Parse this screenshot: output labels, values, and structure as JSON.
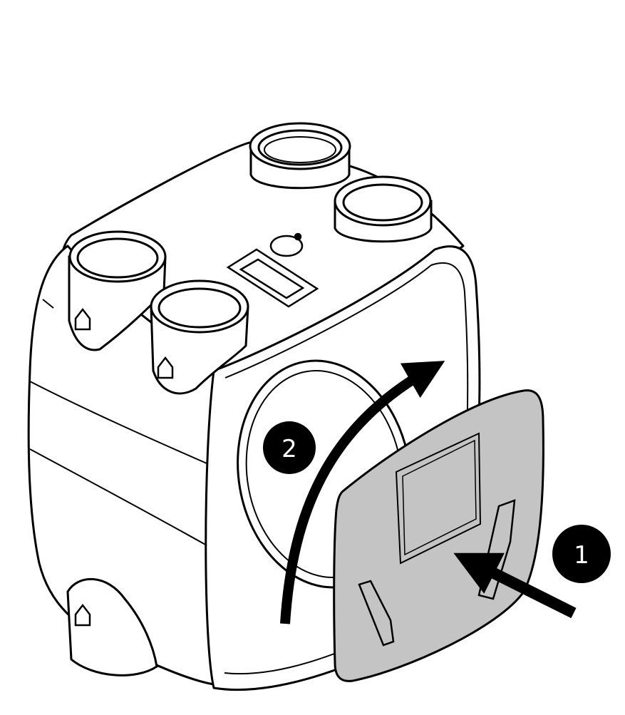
{
  "steps": [
    {
      "number": "1",
      "action": "push-cover"
    },
    {
      "number": "2",
      "action": "rotate-cover"
    }
  ],
  "colors": {
    "outline": "#000000",
    "body": "#ffffff",
    "cover": "#c4c4c4",
    "badge": "#000000"
  },
  "icons": [
    "house-symbol-icon",
    "house-symbol-icon",
    "house-symbol-icon",
    "arrow-push-icon",
    "arrow-rotate-icon"
  ]
}
